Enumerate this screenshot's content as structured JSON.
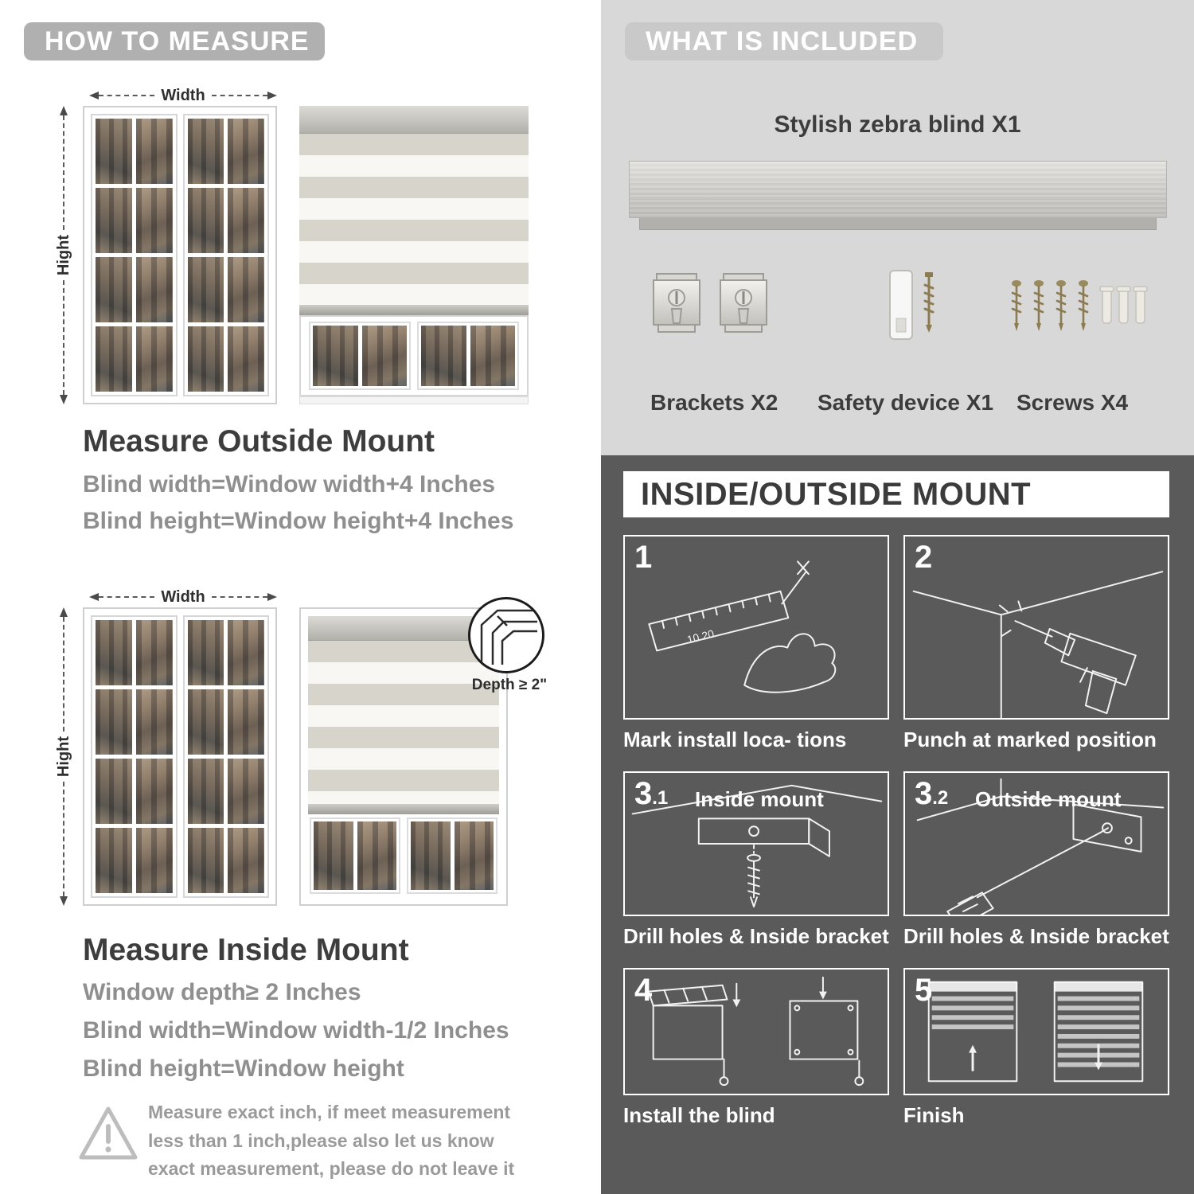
{
  "colors": {
    "badge_gray": "#b0b0b0",
    "included_badge_gray": "#c9c9c9",
    "light_section_bg": "#d8d8d8",
    "dark_section_bg": "#5a5a5a",
    "heading_text": "#3d3d3d",
    "muted_text": "#8f8f8f"
  },
  "left": {
    "header": "HOW TO MEASURE",
    "outside_diagram": {
      "width_label": "Width",
      "height_label": "Hight"
    },
    "outside": {
      "title": "Measure Outside Mount",
      "line1": "Blind width=Window width+4 Inches",
      "line2": "Blind height=Window height+4 Inches"
    },
    "inside_diagram": {
      "width_label": "Width",
      "height_label": "Hight",
      "depth_label": "Depth ≥ 2\""
    },
    "inside": {
      "title": "Measure Inside Mount",
      "line1": "Window depth≥ 2 Inches",
      "line2": "Blind width=Window width-1/2 Inches",
      "line3": "Blind height=Window height"
    },
    "note": "Measure exact inch, if meet measurement less than 1 inch,please also let us know exact measurement, please do not leave it"
  },
  "right": {
    "included": {
      "header": "WHAT IS INCLUDED",
      "blind_label": "Stylish zebra blind X1",
      "items": [
        {
          "label": "Brackets X2"
        },
        {
          "label": "Safety device X1"
        },
        {
          "label": "Screws X4"
        }
      ]
    },
    "mount": {
      "header": "INSIDE/OUTSIDE MOUNT",
      "steps": [
        {
          "num": "1",
          "caption": "Mark install loca- tions",
          "ruler_marks": "10   20"
        },
        {
          "num": "2",
          "caption": "Punch at  marked position"
        },
        {
          "num": "3",
          "sub": ".1",
          "title": "Inside mount",
          "caption": "Drill holes &  Inside bracket"
        },
        {
          "num": "3",
          "sub": ".2",
          "title": "Outside mount",
          "caption": "Drill holes &  Inside bracket"
        },
        {
          "num": "4",
          "caption": "Install the blind"
        },
        {
          "num": "5",
          "caption": "Finish"
        }
      ]
    }
  }
}
